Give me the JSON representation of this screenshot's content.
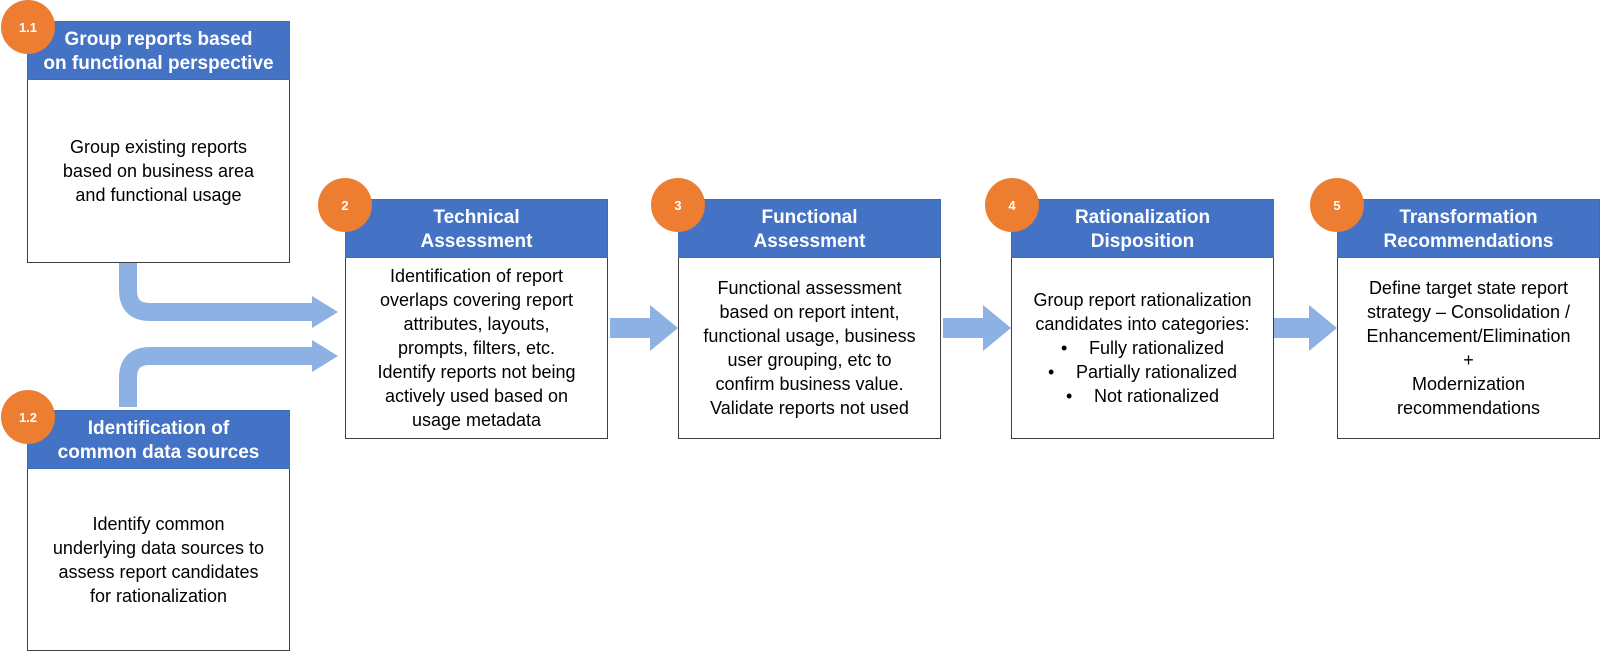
{
  "steps": [
    {
      "number": "1.1",
      "title": [
        "Group reports based",
        "on functional perspective"
      ],
      "body": [
        "Group existing reports",
        "based on business area",
        "and functional usage"
      ]
    },
    {
      "number": "1.2",
      "title": [
        "Identification of",
        "common data sources"
      ],
      "body": [
        "Identify common",
        "underlying data sources to",
        "assess report candidates",
        "for rationalization"
      ]
    },
    {
      "number": "2",
      "title": [
        "Technical",
        "Assessment"
      ],
      "body": [
        "Identification of report",
        "overlaps covering report",
        "attributes, layouts,",
        "prompts, filters, etc.",
        "Identify reports not being",
        "actively used based on",
        "usage metadata"
      ]
    },
    {
      "number": "3",
      "title": [
        "Functional",
        "Assessment"
      ],
      "body": [
        "Functional assessment",
        "based on report intent,",
        "functional usage, business",
        "user grouping, etc to",
        "confirm business value.",
        "Validate reports not used"
      ]
    },
    {
      "number": "4",
      "title": [
        "Rationalization",
        "Disposition"
      ],
      "body": [
        "Group report rationalization",
        "candidates into categories:"
      ],
      "bullet_char": "•",
      "bullets": [
        "Fully rationalized",
        "Partially rationalized",
        "Not rationalized"
      ]
    },
    {
      "number": "5",
      "title": [
        "Transformation",
        "Recommendations"
      ],
      "body": [
        "Define target state report",
        "strategy – Consolidation /",
        "Enhancement/Elimination",
        "+",
        "Modernization",
        "recommendations"
      ]
    }
  ],
  "colors": {
    "header": "#4472c4",
    "badge": "#ed7d31",
    "arrow": "#8eb1e4",
    "border": "#404040"
  }
}
